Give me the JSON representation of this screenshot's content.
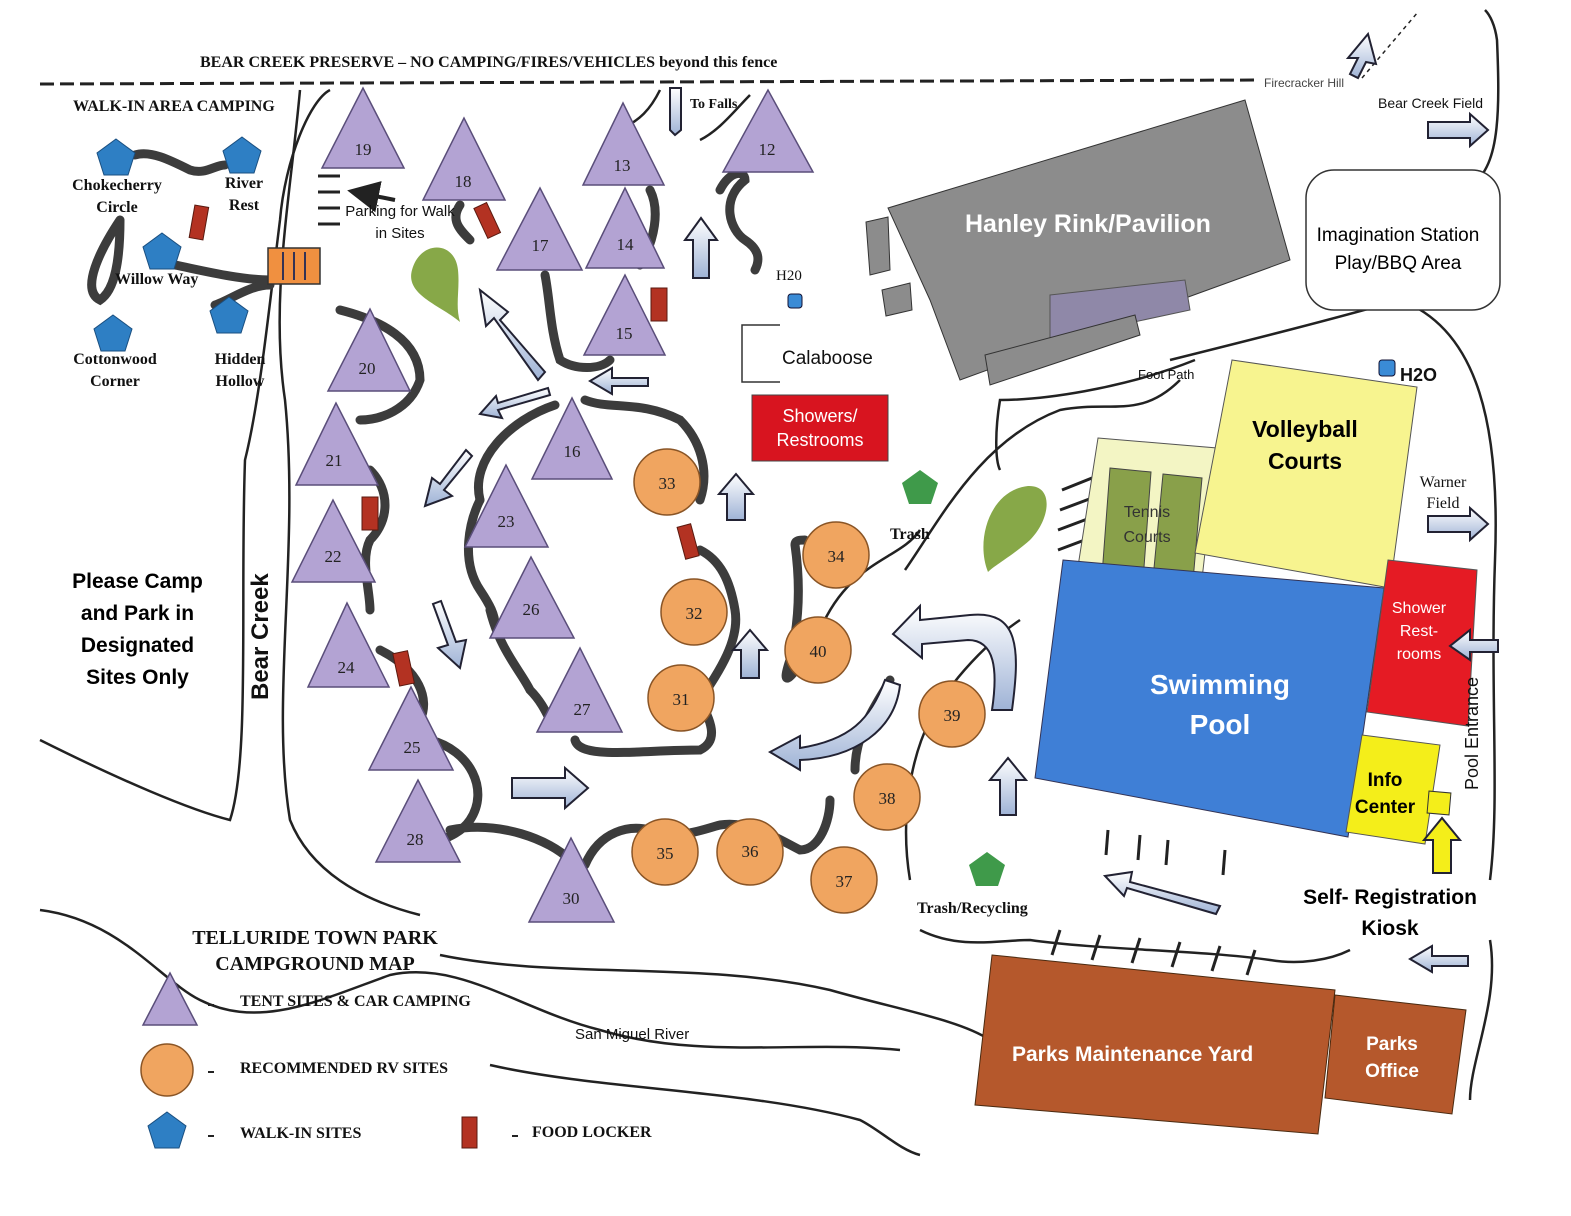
{
  "title": "TELLURIDE TOWN PARK CAMPGROUND MAP",
  "title_line1": "TELLURIDE TOWN PARK",
  "title_line2": "CAMPGROUND MAP",
  "fence_text": "BEAR CREEK PRESERVE – NO CAMPING/FIRES/VEHICLES beyond this fence",
  "walk_in_area": "WALK-IN AREA CAMPING",
  "walk_in_sites": [
    "Chokecherry Circle",
    "River Rest",
    "Willow Way",
    "Cottonwood Corner",
    "Hidden Hollow"
  ],
  "parking_label": "Parking for Walk in Sites",
  "to_falls": "To Falls",
  "firecracker_hill": "Firecracker Hill",
  "bear_creek_field": "Bear Creek Field",
  "warner_field": "Warner Field",
  "h2o_1": "H20",
  "h2o_2": "H2O",
  "calaboose": "Calaboose",
  "showers_restrooms": "Showers/ Restrooms",
  "hanley": "Hanley Rink/Pavilion",
  "imagination": "Imagination Station Play/BBQ Area",
  "foot_path": "Foot Path",
  "volleyball": "Volleyball Courts",
  "tennis": "Tennis Courts",
  "pool": "Swimming Pool",
  "shower_restrooms_2": "Shower Rest- rooms",
  "pool_entrance": "Pool Entrance",
  "info_center": "Info Center",
  "self_registration": "Self- Registration Kiosk",
  "trash": "Trash",
  "trash_recycling": "Trash/Recycling",
  "parks_maintenance": "Parks Maintenance Yard",
  "parks_office": "Parks Office",
  "bear_creek": "Bear Creek",
  "san_miguel": "San Miguel River",
  "camp_notice": "Please Camp and Park in Designated Sites Only",
  "legend": {
    "tent": "TENT SITES & CAR CAMPING",
    "rv": "RECOMMENDED RV SITES",
    "walkin": "WALK-IN SITES",
    "locker": "FOOD LOCKER",
    "dash": "-"
  },
  "tent_sites": [
    "12",
    "13",
    "14",
    "15",
    "16",
    "17",
    "18",
    "19",
    "20",
    "21",
    "22",
    "23",
    "24",
    "25",
    "26",
    "27",
    "28",
    "30"
  ],
  "rv_sites": [
    "31",
    "32",
    "33",
    "34",
    "35",
    "36",
    "37",
    "38",
    "39",
    "40"
  ],
  "colors": {
    "tent": "#b3a3d3",
    "rv": "#f0a560",
    "walkin": "#2e7fc4",
    "locker": "#b33222",
    "pavilion": "#8c8c8c",
    "volleyball": "#f7f48f",
    "tennis_outer": "#f3f5c4",
    "tennis_inner": "#89a04a",
    "pool": "#3f7fd6",
    "showers": "#d8141f",
    "info": "#f4ee1a",
    "maintenance": "#b5582c",
    "trash": "#3f9a4a",
    "leaf": "#87a848",
    "arrow_fill": "#e4ecf8"
  }
}
